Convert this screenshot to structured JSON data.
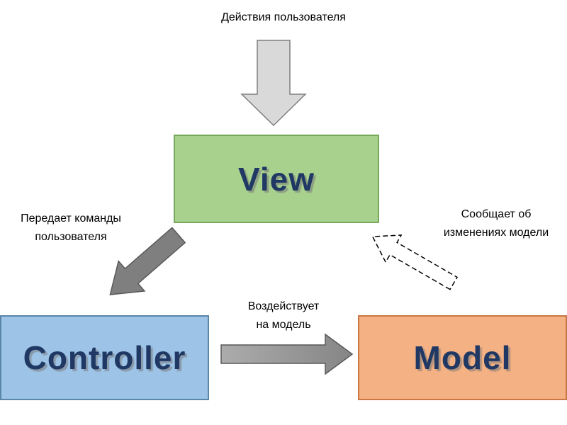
{
  "labels": {
    "user_actions": "Действия пользователя",
    "passes_commands": "Передает команды\nпользователя",
    "affects_model": "Воздействует\nна модель",
    "notifies_changes": "Сообщает об\nизменениях модели"
  },
  "nodes": {
    "view": {
      "label": "View",
      "fill": "#A9D18E",
      "border": "#76A95B"
    },
    "controller": {
      "label": "Controller",
      "fill": "#9DC3E6",
      "border": "#5B87A6"
    },
    "model": {
      "label": "Model",
      "fill": "#F4B183",
      "border": "#C97845"
    }
  },
  "arrows": {
    "user_to_view": "block-arrow-down",
    "view_to_controller": "block-arrow-diagonal-down-left",
    "controller_to_model": "block-arrow-right",
    "model_to_view": "dashed-block-arrow-up-left"
  },
  "colors": {
    "arrow_light_fill": "#D9D9D9",
    "arrow_light_border": "#7F7F7F",
    "arrow_dark_fill": "#7F7F7F",
    "arrow_dark_border": "#595959",
    "node_text": "#1F3864",
    "background": "#FFFFFF"
  }
}
